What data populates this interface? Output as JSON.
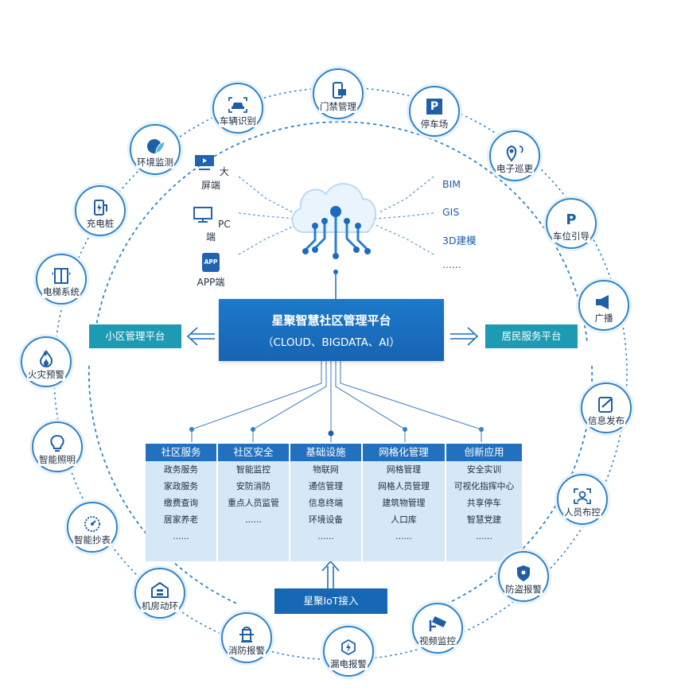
{
  "platform": {
    "title": "星聚智慧社区管理平台",
    "subtitle": "（CLOUD、BIGDATA、AI）"
  },
  "left_platform": "小区管理平台",
  "right_platform": "居民服务平台",
  "iot": "星聚IoT接入",
  "devices": [
    {
      "label": "大屏端",
      "icon": "big-screen-icon"
    },
    {
      "label": "PC端",
      "icon": "monitor-icon"
    },
    {
      "label": "APP端",
      "icon": "app-icon"
    }
  ],
  "tech": [
    "BIM",
    "GIS",
    "3D建模",
    "......"
  ],
  "app_badge": "APP",
  "modules": [
    {
      "title": "社区服务",
      "items": [
        "政务服务",
        "家政服务",
        "缴费查询",
        "居家养老",
        "......"
      ]
    },
    {
      "title": "社区安全",
      "items": [
        "智能监控",
        "安防消防",
        "重点人员监管",
        "......"
      ]
    },
    {
      "title": "基础设施",
      "items": [
        "物联网",
        "通信管理",
        "信息终端",
        "环境设备",
        "......"
      ]
    },
    {
      "title": "网格化管理",
      "items": [
        "网格管理",
        "网格人员管理",
        "建筑物管理",
        "人口库",
        "......"
      ]
    },
    {
      "title": "创新应用",
      "items": [
        "安全实训",
        "可视化指挥中心",
        "共享停车",
        "智慧党建",
        "......"
      ]
    }
  ],
  "ring_nodes": [
    {
      "label": "门禁管理",
      "icon": "door-access-icon"
    },
    {
      "label": "停车场",
      "icon": "parking-icon",
      "glyph": "P"
    },
    {
      "label": "电子巡更",
      "icon": "patrol-pin-icon"
    },
    {
      "label": "车位引导",
      "icon": "parking-guide-icon",
      "glyph": "P"
    },
    {
      "label": "广播",
      "icon": "broadcast-icon"
    },
    {
      "label": "信息发布",
      "icon": "info-publish-icon"
    },
    {
      "label": "人员布控",
      "icon": "person-control-icon"
    },
    {
      "label": "防盗报警",
      "icon": "anti-theft-icon"
    },
    {
      "label": "视频监控",
      "icon": "camera-icon"
    },
    {
      "label": "漏电报警",
      "icon": "leakage-icon"
    },
    {
      "label": "消防报警",
      "icon": "fire-hydrant-icon"
    },
    {
      "label": "机房动环",
      "icon": "server-room-icon"
    },
    {
      "label": "智能抄表",
      "icon": "meter-icon"
    },
    {
      "label": "智能照明",
      "icon": "bulb-icon"
    },
    {
      "label": "火灾预警",
      "icon": "fire-icon"
    },
    {
      "label": "电梯系统",
      "icon": "elevator-icon"
    },
    {
      "label": "充电桩",
      "icon": "charger-icon"
    },
    {
      "label": "环境监测",
      "icon": "environment-icon"
    },
    {
      "label": "车辆识别",
      "icon": "car-recognition-icon"
    }
  ],
  "colors": {
    "accent": "#2f84c8",
    "platform": "#1a6fc0",
    "teal": "#1c9bb2",
    "module_bg": "#d6e7f5"
  }
}
